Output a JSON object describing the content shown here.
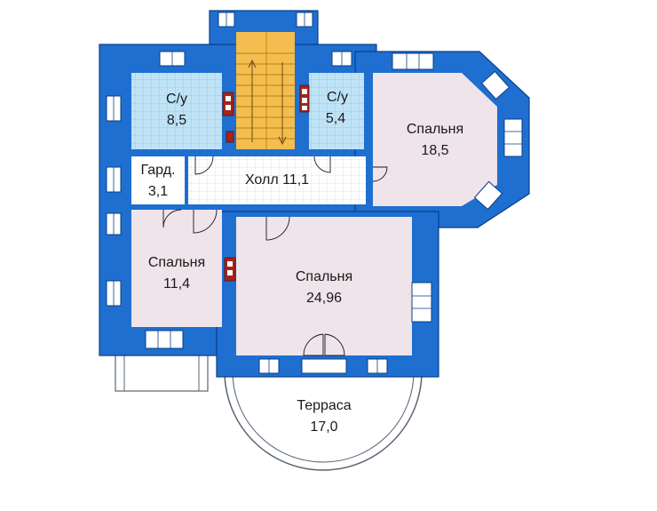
{
  "colors": {
    "wall": "#1e6fd0",
    "wall_outline": "#0b3e86",
    "bathroom_tile": "#bfe3f6",
    "tile_grid": "#8dc7e8",
    "bedroom_floor": "#eee4ea",
    "hall_floor": "#ffffff",
    "stairs": "#f3bd50",
    "window_frame": "#ffffff",
    "fireplace": "#a4241c",
    "terrace_line": "#5a6470"
  },
  "rooms": [
    {
      "id": "bath1",
      "name": "С/у",
      "area": "8,5"
    },
    {
      "id": "bath2",
      "name": "С/у",
      "area": "5,4"
    },
    {
      "id": "bedroom_ne",
      "name": "Спальня",
      "area": "18,5"
    },
    {
      "id": "wardrobe",
      "name": "Гард.",
      "area": "3,1"
    },
    {
      "id": "hall",
      "name": "Холл",
      "area": "11,1"
    },
    {
      "id": "bedroom_w",
      "name": "Спальня",
      "area": "11,4"
    },
    {
      "id": "bedroom_main",
      "name": "Спальня",
      "area": "24,96"
    },
    {
      "id": "terrace",
      "name": "Терраса",
      "area": "17,0"
    }
  ],
  "labels": {
    "bath1_name": "С/у",
    "bath1_area": "8,5",
    "bath2_name": "С/у",
    "bath2_area": "5,4",
    "bedroom_ne_name": "Спальня",
    "bedroom_ne_area": "18,5",
    "wardrobe_name": "Гард.",
    "wardrobe_area": "3,1",
    "hall_label": "Холл 11,1",
    "bedroom_w_name": "Спальня",
    "bedroom_w_area": "11,4",
    "bedroom_main_name": "Спальня",
    "bedroom_main_area": "24,96",
    "terrace_name": "Терраса",
    "terrace_area": "17,0"
  },
  "icons": [
    "stair-arrow-icon",
    "fireplace-icon",
    "door-swing-icon",
    "window-icon"
  ]
}
